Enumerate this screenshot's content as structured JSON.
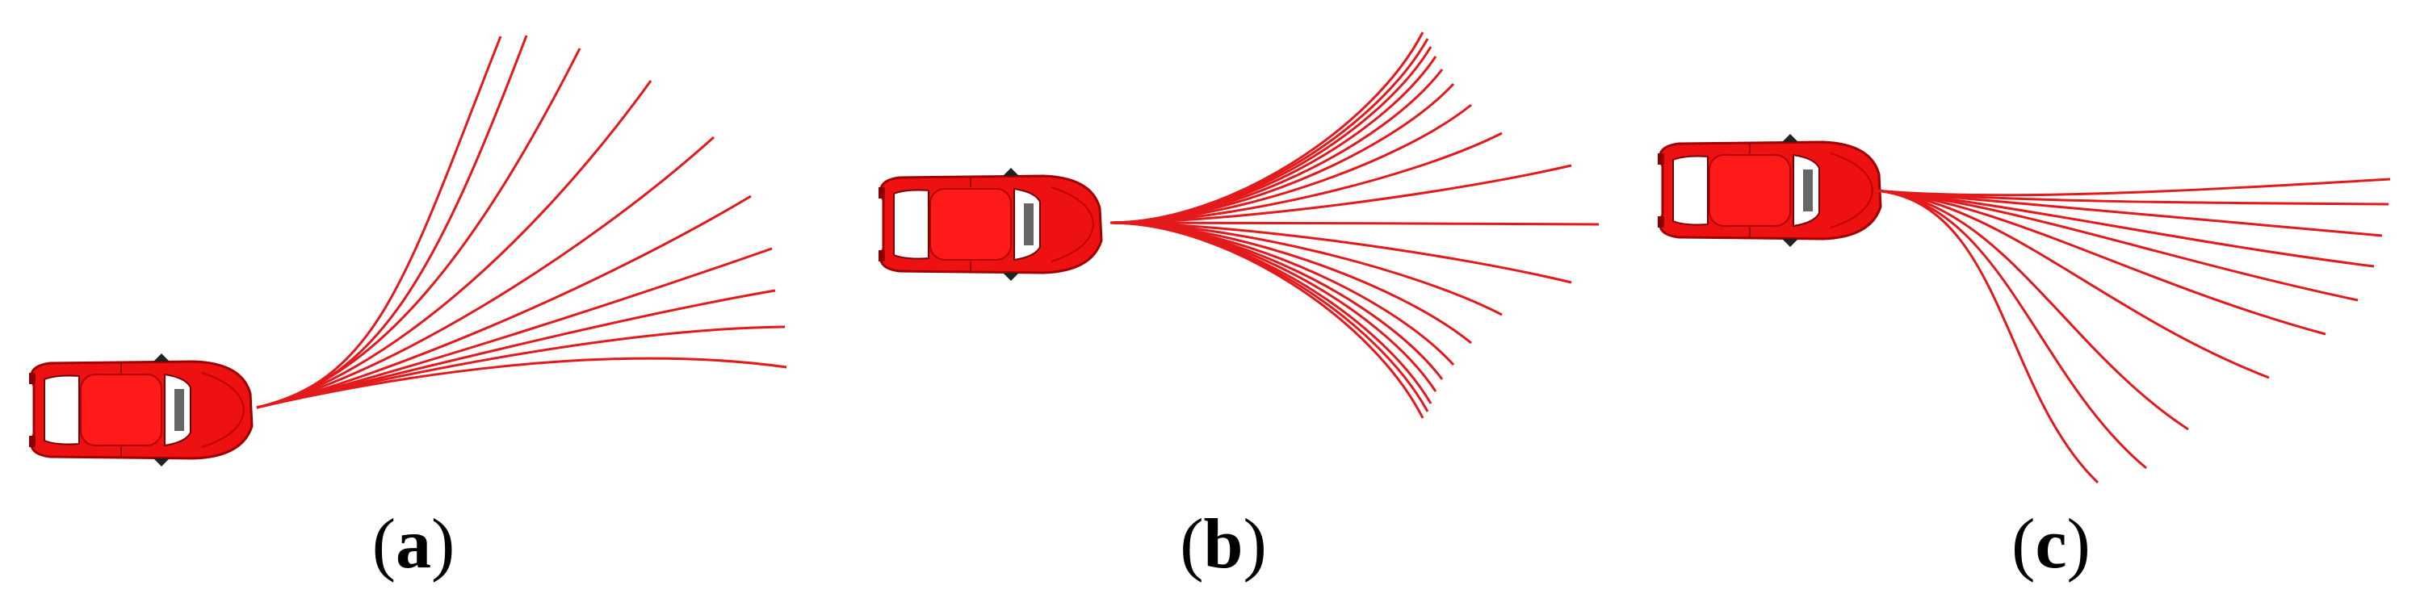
{
  "panels": [
    {
      "id": "a",
      "letter": "a"
    },
    {
      "id": "b",
      "letter": "b"
    },
    {
      "id": "c",
      "letter": "c"
    }
  ],
  "colors": {
    "trajectory": "#e31a1c",
    "car_body": "#ee1111",
    "car_dark": "#a00000",
    "glass": "#ffffff",
    "interior": "#555555",
    "caption_text": "#000000"
  }
}
